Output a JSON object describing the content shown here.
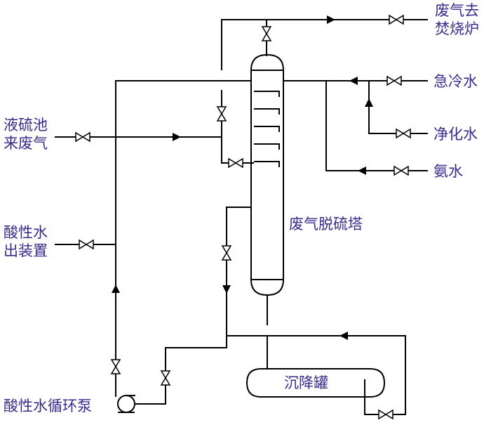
{
  "labels": {
    "waste_gas_incinerator": [
      "废气去",
      "焚烧炉"
    ],
    "sulfur_pit_gas": [
      "液硫池",
      "来废气"
    ],
    "sour_water_out": [
      "酸性水",
      "出装置"
    ],
    "quench_water": "急冷水",
    "purified_water": "净化水",
    "ammonia_water": "氨水",
    "tower": "废气脱硫塔",
    "settling_tank": "沉降罐",
    "pump": "酸性水循环泵"
  },
  "colors": {
    "line": "#000000",
    "text": "#3b2a8c"
  }
}
